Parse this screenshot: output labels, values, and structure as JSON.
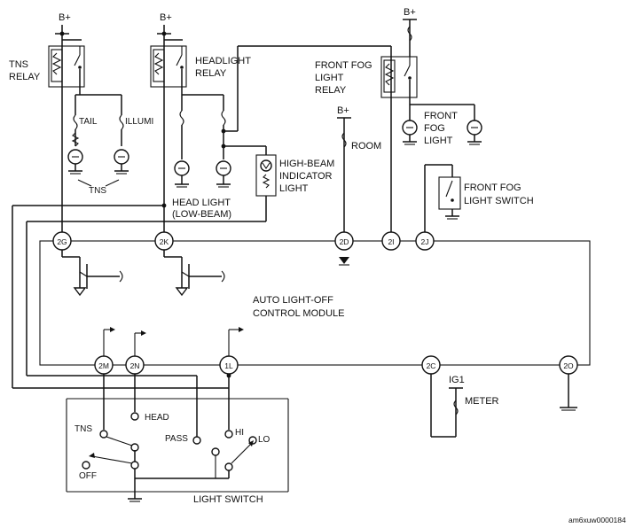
{
  "labels": {
    "bplus": "B+",
    "tns_relay": [
      "TNS",
      "RELAY"
    ],
    "headlight_relay": [
      "HEADLIGHT",
      "RELAY"
    ],
    "front_fog_light_relay": [
      "FRONT FOG",
      "LIGHT",
      "RELAY"
    ],
    "front_fog_light": [
      "FRONT",
      "FOG",
      "LIGHT"
    ],
    "tail": "TAIL",
    "illumi": "ILLUMI",
    "tns": "TNS",
    "head_light_low_beam": [
      "HEAD LIGHT",
      "(LOW-BEAM)"
    ],
    "high_beam_indicator_light": [
      "HIGH-BEAM",
      "INDICATOR",
      "LIGHT"
    ],
    "room": "ROOM",
    "front_fog_light_switch": [
      "FRONT FOG",
      "LIGHT SWITCH"
    ],
    "auto_light_off_module": [
      "AUTO LIGHT-OFF",
      "CONTROL MODULE"
    ],
    "ig1": "IG1",
    "meter": "METER",
    "light_switch": "LIGHT SWITCH",
    "switch_positions": {
      "tns": "TNS",
      "head": "HEAD",
      "pass": "PASS",
      "hi": "HI",
      "lo": "LO",
      "off": "OFF"
    },
    "figure_code": "am6xuw0000184"
  },
  "terminals": {
    "t2g": "2G",
    "t2k": "2K",
    "t2d": "2D",
    "t2i": "2I",
    "t2j": "2J",
    "t2m": "2M",
    "t2n": "2N",
    "t1l": "1L",
    "t2c": "2C",
    "t2o": "2O"
  }
}
